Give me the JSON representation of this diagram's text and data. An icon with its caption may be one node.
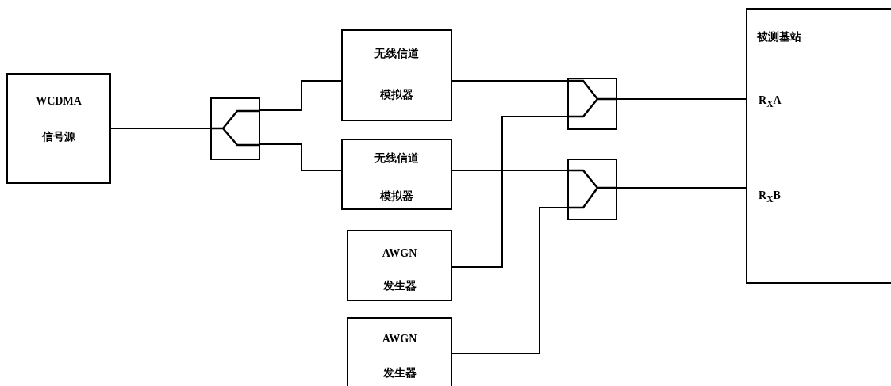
{
  "diagram": {
    "nodes": [
      {
        "text": [
          "WCDMA",
          "信号源"
        ]
      },
      {
        "text": [],
        "shape": "box"
      },
      {
        "text": [
          "无线信道",
          "模拟器"
        ]
      },
      {
        "text": [
          "无线信道",
          "模拟器"
        ]
      },
      {
        "text": [],
        "shape": "box"
      },
      {
        "text": [],
        "shape": "box"
      },
      {
        "text": [
          "AWGN",
          "发生器"
        ]
      },
      {
        "text": [
          "AWGN",
          "发生器"
        ]
      },
      {
        "text": [
          "被测基站",
          "R$_{X}$A",
          "R$_{X}$B"
        ]
      }
    ],
    "edges": [
      {
        "from": 0,
        "to": 1,
        "arrow": "none"
      },
      {
        "from": 1,
        "to": 2,
        "arrow": "none"
      },
      {
        "from": 1,
        "to": 3,
        "arrow": "none"
      },
      {
        "from": 2,
        "to": 4,
        "arrow": "none"
      },
      {
        "from": 3,
        "to": 5,
        "arrow": "none"
      },
      {
        "from": 6,
        "to": 4,
        "arrow": "none"
      },
      {
        "from": 7,
        "to": 5,
        "arrow": "none"
      },
      {
        "from": 4,
        "to": 8,
        "arrow": "none"
      },
      {
        "from": 5,
        "to": 8,
        "arrow": "none"
      }
    ]
  }
}
